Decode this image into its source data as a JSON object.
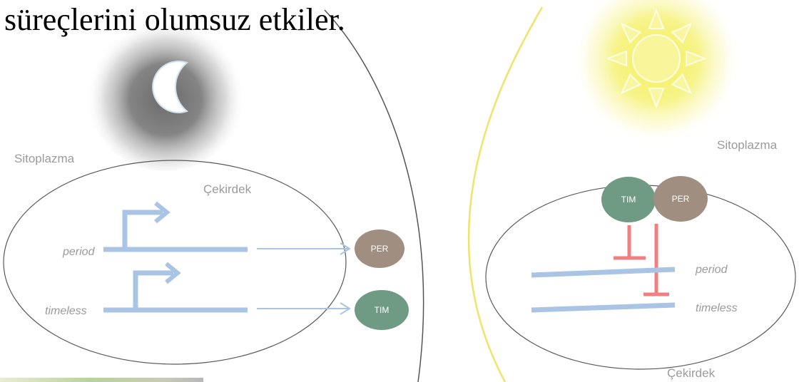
{
  "document": {
    "text_line": "süreçlerini olumsuz etkiler."
  },
  "night_panel": {
    "icon": "moon-icon",
    "cytoplasm_label": "Sitoplazma",
    "nucleus_label": "Çekirdek",
    "genes": [
      {
        "label": "period"
      },
      {
        "label": "timeless"
      }
    ],
    "proteins": [
      {
        "label": "PER"
      },
      {
        "label": "TIM"
      }
    ]
  },
  "day_panel": {
    "icon": "sun-icon",
    "cytoplasm_label": "Sitoplazma",
    "nucleus_label": "Çekirdek",
    "proteins": [
      {
        "label": "TIM"
      },
      {
        "label": "PER"
      }
    ],
    "genes": [
      {
        "label": "period"
      },
      {
        "label": "timeless"
      }
    ]
  },
  "colors": {
    "gene": "#a9c4e4",
    "per": "#a08f80",
    "tim": "#6f9b84",
    "inhibition": "#f08080",
    "divider": "#555555",
    "day_divider": "#efe46a",
    "membrane": "#5a5a5a"
  }
}
